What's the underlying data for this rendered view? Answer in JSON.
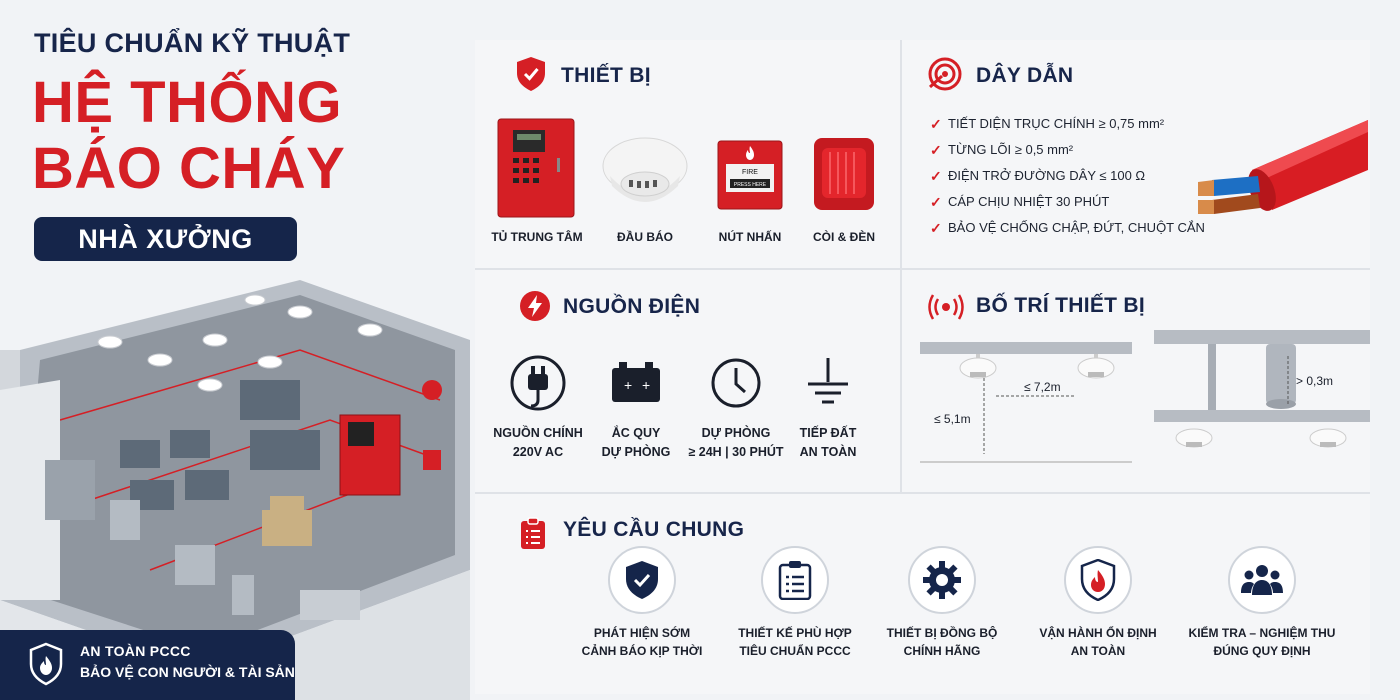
{
  "hero": {
    "subtitle": "TIÊU CHUẨN KỸ THUẬT",
    "title_line1": "HỆ THỐNG",
    "title_line2": "BÁO CHÁY",
    "pill": "NHÀ XƯỞNG",
    "badge_line1": "AN TOÀN PCCC",
    "badge_line2": "BẢO VỆ CON NGƯỜI & TÀI SẢN"
  },
  "devices": {
    "title": "THIẾT BỊ",
    "items": [
      {
        "label": "TỦ TRUNG TÂM",
        "icon": "control-panel-icon"
      },
      {
        "label": "ĐẦU BÁO",
        "icon": "smoke-detector-icon"
      },
      {
        "label": "NÚT NHẤN",
        "icon": "manual-call-point-icon"
      },
      {
        "label": "CÒI & ĐÈN",
        "icon": "siren-light-icon"
      }
    ],
    "call_point_text": "FIRE",
    "call_point_sub": "PRESS HERE"
  },
  "wiring": {
    "title": "DÂY DẪN",
    "items": [
      "TIẾT DIỆN TRỤC CHÍNH ≥ 0,75 mm²",
      "TỪNG LÕI ≥ 0,5 mm²",
      "ĐIỆN TRỞ ĐƯỜNG DÂY ≤ 100 Ω",
      "CÁP CHỊU NHIỆT 30 PHÚT",
      "BẢO VỆ CHỐNG CHẬP, ĐỨT, CHUỘT CẮN"
    ]
  },
  "power": {
    "title": "NGUỒN ĐIỆN",
    "items": [
      {
        "line1": "NGUỒN CHÍNH",
        "line2": "220V AC",
        "icon": "plug-icon"
      },
      {
        "line1": "ẮC QUY",
        "line2": "DỰ PHÒNG",
        "icon": "battery-icon"
      },
      {
        "line1": "DỰ PHÒNG",
        "line2": "≥ 24H | 30 PHÚT",
        "icon": "clock-icon"
      },
      {
        "line1": "TIẾP ĐẤT",
        "line2": "AN TOÀN",
        "icon": "ground-icon"
      }
    ]
  },
  "layout_section": {
    "title": "BỐ TRÍ THIẾT BỊ",
    "spacing": "≤ 7,2m",
    "height": "≤ 5,1m",
    "beam": "> 0,3m"
  },
  "general": {
    "title": "YÊU CẦU CHUNG",
    "items": [
      {
        "line1": "PHÁT HIỆN SỚM",
        "line2": "CẢNH BÁO KỊP THỜI",
        "icon": "shield-check-icon"
      },
      {
        "line1": "THIẾT KẾ PHÙ HỢP",
        "line2": "TIÊU CHUẨN PCCC",
        "icon": "clipboard-icon"
      },
      {
        "line1": "THIẾT BỊ ĐỒNG BỘ",
        "line2": "CHÍNH HÃNG",
        "icon": "gear-icon"
      },
      {
        "line1": "VẬN HÀNH ỔN ĐỊNH",
        "line2": "AN TOÀN",
        "icon": "fire-shield-icon"
      },
      {
        "line1": "KIỂM TRA – NGHIỆM THU",
        "line2": "ĐÚNG QUY ĐỊNH",
        "icon": "team-icon"
      }
    ]
  },
  "colors": {
    "accent": "#d51f25",
    "navy": "#15254a",
    "background": "#f1f3f6"
  }
}
